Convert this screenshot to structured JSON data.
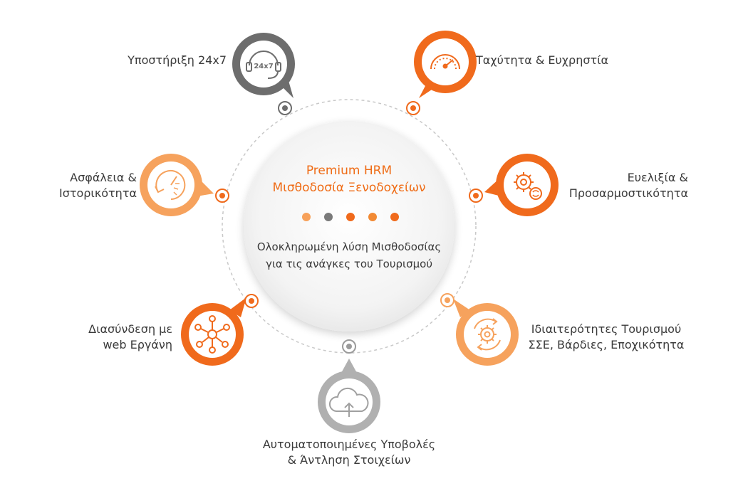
{
  "center": {
    "title_line1": "Premium HRM",
    "title_line2": "Μισθοδοσία Ξενοδοχείων",
    "subtitle_line1": "Ολοκληρωμένη λύση Μισθοδοσίας",
    "subtitle_line2": "για τις ανάγκες του Τουρισμού",
    "dot_colors": [
      "#f7a15a",
      "#7a7a7a",
      "#f06a1c",
      "#f28a34",
      "#f06a1c"
    ]
  },
  "features": [
    {
      "label": "Υποστήριξη 24x7",
      "icon": "headset-24x7-icon",
      "icon_text": "24x7",
      "color": "#6d6d6d"
    },
    {
      "label": "Ταχύτητα & Ευχρηστία",
      "icon": "speedometer-icon",
      "color": "#f06a1c"
    },
    {
      "label": "Ασφάλεια &\nΙστορικότητα",
      "icon": "history-dial-icon",
      "color": "#f6a25d"
    },
    {
      "label": "Ευελιξία &\nΠροσαρμοστικότητα",
      "icon": "gear-refresh-icon",
      "color": "#f06a1c"
    },
    {
      "label": "Διασύνδεση με\nweb Εργάνη",
      "icon": "network-nodes-icon",
      "color": "#f06a1c"
    },
    {
      "label": "Ιδιαιτερότητες Τουρισμού\nΣΣΕ, Βάρδιες, Εποχικότητα",
      "icon": "gear-cycle-icon",
      "color": "#f6a25d"
    },
    {
      "label": "Αυτοματοποιημένες Υποβολές\n& Άντληση Στοιχείων",
      "icon": "cloud-upload-icon",
      "color": "#b0b0b0"
    }
  ]
}
